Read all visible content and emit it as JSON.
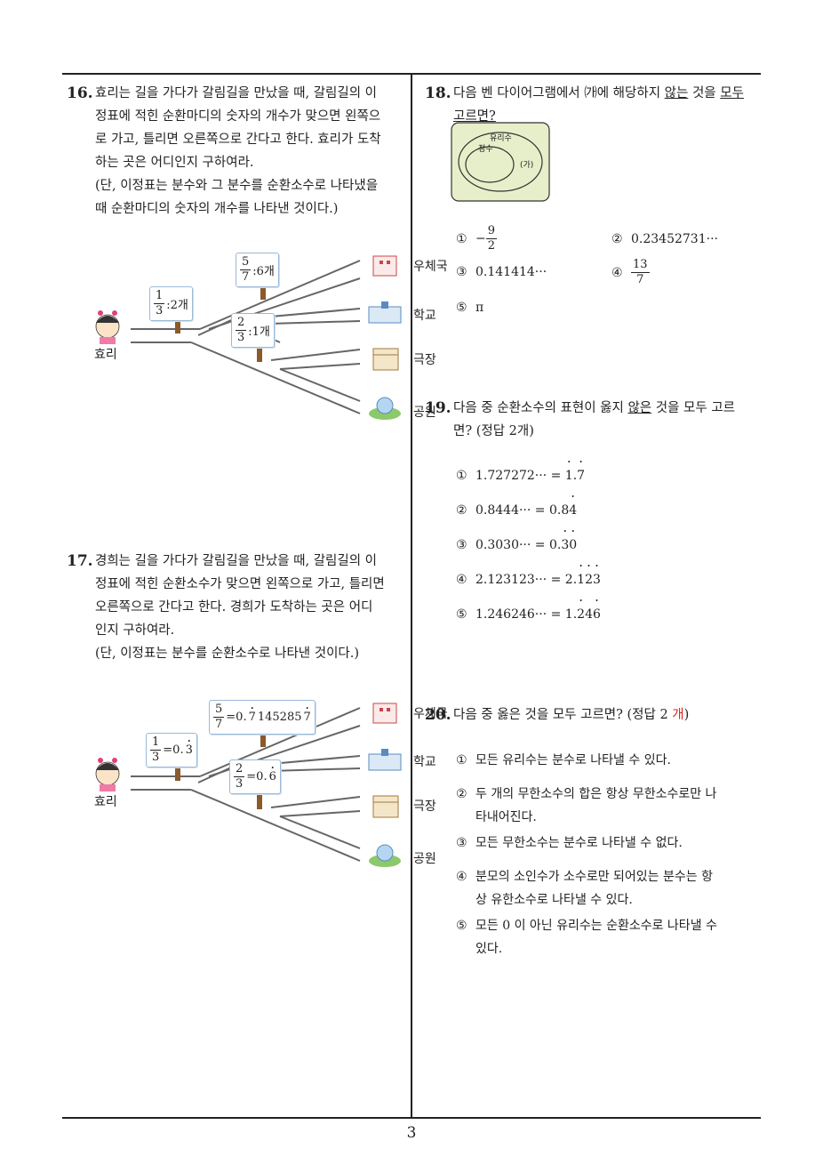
{
  "page_number": "3",
  "q16": {
    "num": "16.",
    "lines": [
      "효리는 길을 가다가 갈림길을 만났을 때, 갈림길의 이",
      "정표에 적힌 순환마디의 숫자의 개수가 맞으면 왼쪽으",
      "로 가고, 틀리면 오른쪽으로 간다고 한다. 효리가 도착",
      "하는 곳은 어디인지 구하여라.",
      "(단, 이정표는 분수와 그 분수를 순환소수로 나타냈을",
      "때 순환마디의 숫자의 개수를 나타낸 것이다.)"
    ],
    "person": "효리",
    "signs": [
      {
        "num": "1",
        "den": "3",
        "text": ":2개"
      },
      {
        "num": "5",
        "den": "7",
        "text": ":6개"
      },
      {
        "num": "2",
        "den": "3",
        "text": ":1개"
      }
    ],
    "destinations": [
      "우체국",
      "학교",
      "극장",
      "공원"
    ]
  },
  "q17": {
    "num": "17.",
    "lines": [
      "경희는 길을 가다가 갈림길을 만났을 때, 갈림길의 이",
      "정표에 적힌 순환소수가 맞으면 왼쪽으로 가고, 틀리면",
      "오른쪽으로 간다고 한다. 경희가 도착하는 곳은 어디",
      "인지 구하여라.",
      "(단, 이정표는 분수를 순환소수로 나타낸 것이다.)"
    ],
    "person": "효리",
    "signs": [
      {
        "num": "1",
        "den": "3",
        "pre": "=0.",
        "dotted": "3",
        "post": ""
      },
      {
        "num": "5",
        "den": "7",
        "pre": "=0.",
        "dotted": "7",
        "mid": "145285",
        "dotted2": "7"
      },
      {
        "num": "2",
        "den": "3",
        "pre": "=0.",
        "dotted": "6",
        "post": ""
      }
    ],
    "destinations": [
      "우체국",
      "학교",
      "극장",
      "공원"
    ]
  },
  "q18": {
    "num": "18.",
    "pre": "다음 벤 다이어그램에서 ㈎에 해당하지 ",
    "u1": "않는",
    "mid": " 것을 ",
    "u2": "모두",
    "line2": "고르면?",
    "venn_outer": "유리수",
    "venn_inner": "정수",
    "venn_region": "(가)",
    "options": [
      {
        "mark": "①",
        "neg": "−",
        "num": "9",
        "den": "2"
      },
      {
        "mark": "②",
        "text": "0.23452731···"
      },
      {
        "mark": "③",
        "text": "0.141414···"
      },
      {
        "mark": "④",
        "num": "13",
        "den": "7"
      },
      {
        "mark": "⑤",
        "text": "π"
      }
    ]
  },
  "q19": {
    "num": "19.",
    "pre": "다음 중 순환소수의 표현이 옳지 ",
    "u1": "않은",
    "post": " 것을 모두 고르",
    "line2": "면? (정답 2개)",
    "options": [
      {
        "mark": "①",
        "left": "1.727272··· = ",
        "a": "1",
        "sep": ".",
        "b": "7",
        "c": ""
      },
      {
        "mark": "②",
        "left": "0.8444··· = ",
        "a": "0.8",
        "b": "4"
      },
      {
        "mark": "③",
        "left": "0.3030··· = ",
        "a": "0.",
        "b": "3",
        "c": "0"
      },
      {
        "mark": "④",
        "left": "2.123123··· = ",
        "a": "2.",
        "b": "1",
        "c": "2",
        "d": "3"
      },
      {
        "mark": "⑤",
        "left": "1.246246··· = ",
        "a": "1.",
        "b": "2",
        "c": "4",
        "d": "6"
      }
    ]
  },
  "q20": {
    "num": "20.",
    "pre": "다음 중 옳은 것을 모두 고르면? (정답 2 ",
    "red": "개",
    "post": ")",
    "options": [
      {
        "mark": "①",
        "lines": [
          "모든 유리수는 분수로 나타낼 수 있다."
        ]
      },
      {
        "mark": "②",
        "lines": [
          "두 개의 무한소수의 합은 항상 무한소수로만 나",
          "타내어진다."
        ]
      },
      {
        "mark": "③",
        "lines": [
          "모든 무한소수는 분수로 나타낼 수 없다."
        ]
      },
      {
        "mark": "④",
        "lines": [
          "분모의 소인수가 소수로만 되어있는 분수는 항",
          "상 유한소수로 나타낼 수 있다."
        ]
      },
      {
        "mark": "⑤",
        "lines": [
          "모든 0 이 아닌 유리수는 순환소수로 나타낼 수",
          "있다."
        ]
      }
    ]
  }
}
